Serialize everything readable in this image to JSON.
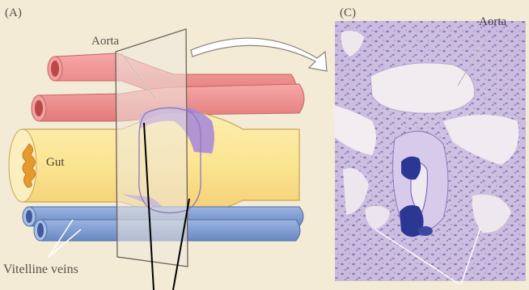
{
  "panel_a": {
    "label": "(A)",
    "aorta_label": "Aorta",
    "gut_label": "Gut",
    "veins_label": "Vitelline veins"
  },
  "panel_c": {
    "label": "(C)",
    "aorta_label": "Aorta"
  },
  "colors": {
    "background": "#f3ebd6",
    "aorta": "#f08f8f",
    "gut": "#fbe79a",
    "veins": "#7f9ed3",
    "endoderm": "#9f82d8",
    "plane": "#ede6dc",
    "tissue": "#b8a6d4",
    "nuclei": "#2e3c9b"
  }
}
